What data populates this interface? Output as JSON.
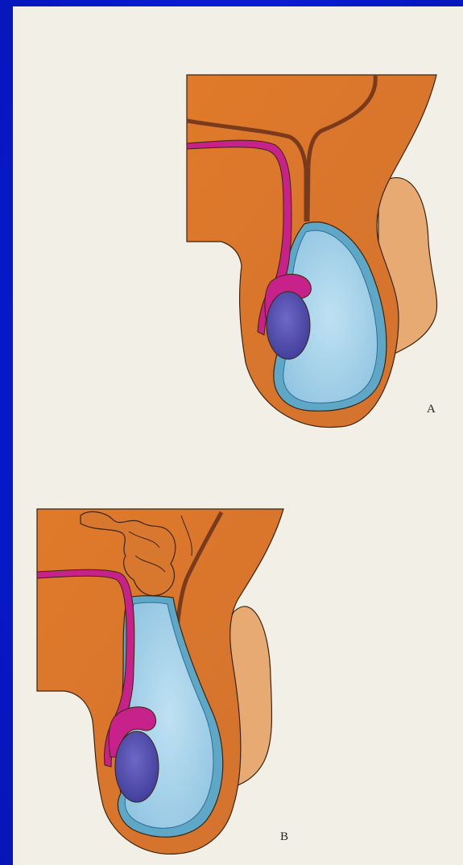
{
  "slide": {
    "background": "#0a1fd6",
    "panel_color": "#f1efe6"
  },
  "figures": [
    {
      "id": "A",
      "label": "A"
    },
    {
      "id": "B",
      "label": "B"
    }
  ],
  "colors": {
    "skin": "#d8772e",
    "skin_light": "#e6aa72",
    "fluid": "#a9d4ea",
    "testis": "#5a56b2",
    "cord": "#c7228a",
    "outline": "#3a2410"
  }
}
